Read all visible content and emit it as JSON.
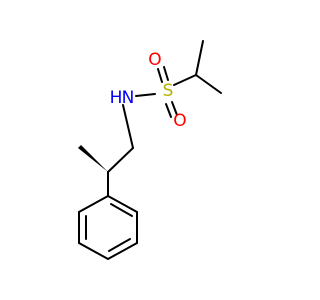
{
  "molecule": {
    "atoms": {
      "nitrogen": {
        "label": "N",
        "hydrogen": "H",
        "color": "#0000ff"
      },
      "sulfur": {
        "label": "S",
        "color": "#b2b200"
      },
      "oxygen_top": {
        "label": "O",
        "color": "#ff0000"
      },
      "oxygen_bottom": {
        "label": "O",
        "color": "#ff0000"
      }
    },
    "stereo": {
      "wedge_color": "#000000"
    },
    "bond_color": "#000000"
  }
}
